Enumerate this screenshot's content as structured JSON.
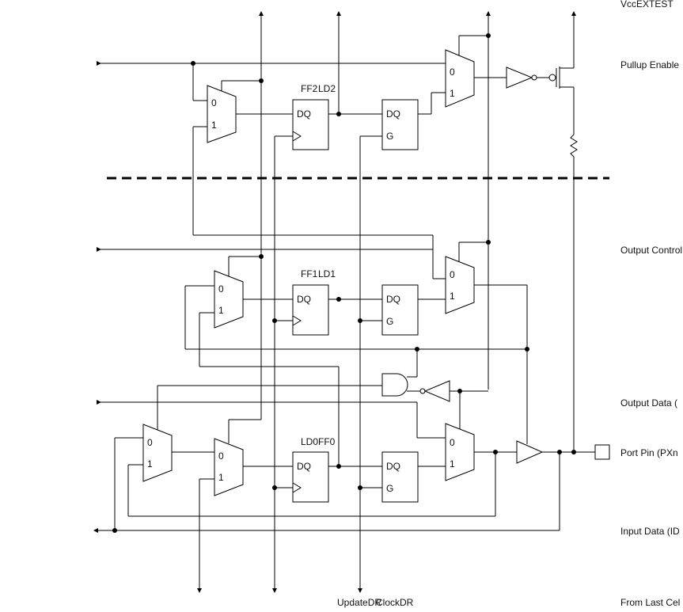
{
  "signals": {
    "vcc_extest": "VccEXTEST",
    "pullup_enable": "Pullup Enable",
    "output_control": "Output Control",
    "output_data": "Output Data (",
    "port_pin": "Port Pin (PXn",
    "input_data": "Input Data (ID",
    "from_last_cell": "From Last Cel",
    "update_dr": "UpdateDR",
    "clock_dr": "ClockDR"
  },
  "blocks": {
    "ff2": "FF2",
    "ld2": "LD2",
    "ff1": "FF1",
    "ld1": "LD1",
    "ld0": "LD0",
    "ff0": "FF0",
    "dq": "DQ",
    "g": "G",
    "mux_in0": "0",
    "mux_in1": "1"
  }
}
